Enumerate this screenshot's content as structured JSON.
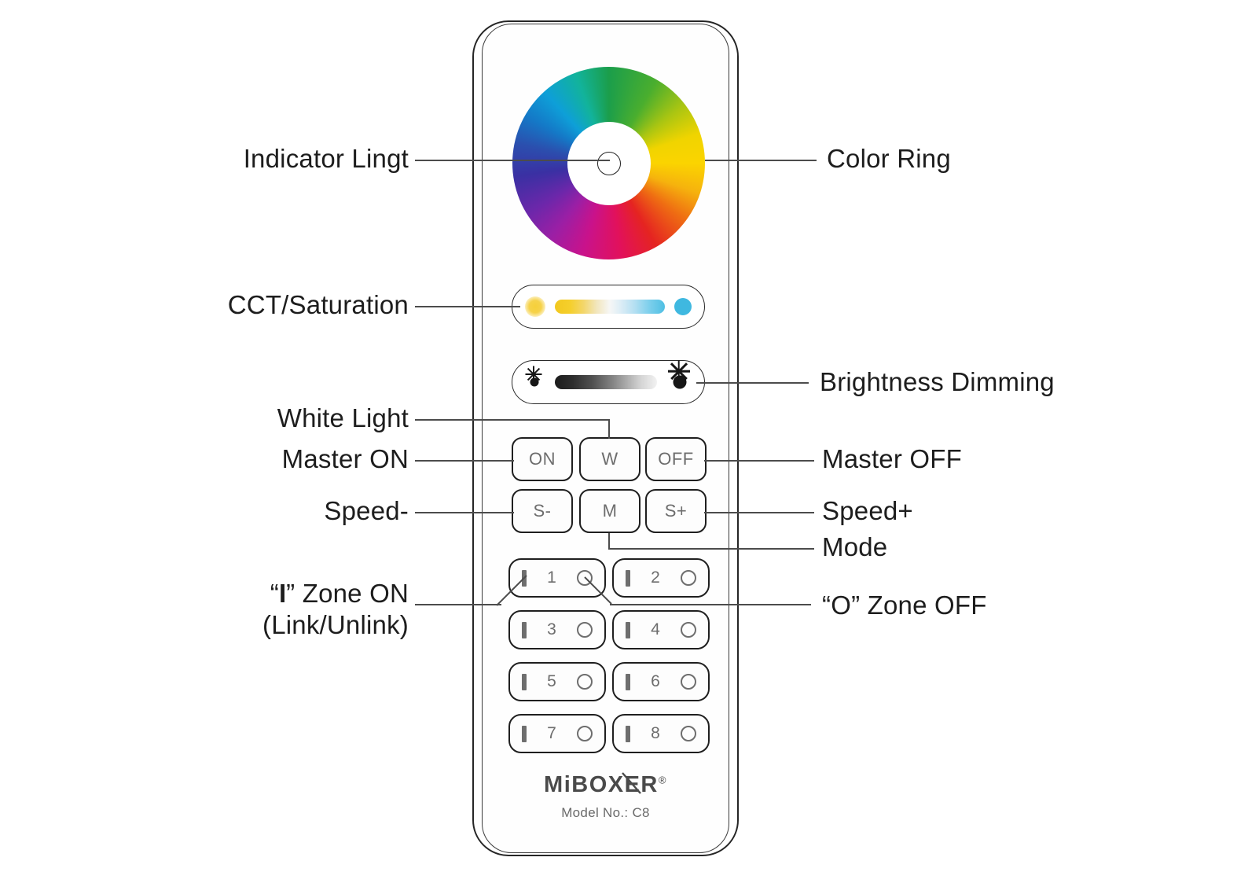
{
  "device": {
    "brand": "MiBOXER",
    "brand_registered_mark": "®",
    "model_text": "Model No.: C8"
  },
  "callouts": {
    "left": [
      {
        "id": "indicator-light",
        "label": "Indicator Lingt"
      },
      {
        "id": "cct-saturation",
        "label": "CCT/Saturation"
      },
      {
        "id": "white-light",
        "label": "White Light"
      },
      {
        "id": "master-on",
        "label": "Master ON"
      },
      {
        "id": "speed-minus",
        "label": "Speed-"
      },
      {
        "id": "zone-on-line1a",
        "label": "“"
      },
      {
        "id": "zone-on-glyph",
        "label": "I"
      },
      {
        "id": "zone-on-line1b",
        "label": "” Zone ON"
      },
      {
        "id": "zone-on-line2",
        "label": "(Link/Unlink)"
      }
    ],
    "right": [
      {
        "id": "color-ring",
        "label": "Color Ring"
      },
      {
        "id": "brightness-dimming",
        "label": "Brightness Dimming"
      },
      {
        "id": "master-off",
        "label": "Master OFF"
      },
      {
        "id": "speed-plus",
        "label": "Speed+"
      },
      {
        "id": "mode",
        "label": "Mode"
      },
      {
        "id": "zone-off-quote-a",
        "label": "“"
      },
      {
        "id": "zone-off-glyph",
        "label": "O"
      },
      {
        "id": "zone-off-quote-b",
        "label": "” Zone OFF"
      }
    ]
  },
  "function_buttons": [
    {
      "id": "on",
      "label": "ON"
    },
    {
      "id": "w",
      "label": "W"
    },
    {
      "id": "off",
      "label": "OFF"
    },
    {
      "id": "s-minus",
      "label": "S-"
    },
    {
      "id": "m",
      "label": "M"
    },
    {
      "id": "s-plus",
      "label": "S+"
    }
  ],
  "zone_buttons": [
    {
      "number": "1"
    },
    {
      "number": "2"
    },
    {
      "number": "3"
    },
    {
      "number": "4"
    },
    {
      "number": "5"
    },
    {
      "number": "6"
    },
    {
      "number": "7"
    },
    {
      "number": "8"
    }
  ],
  "colors": {
    "line": "#4c4c4c",
    "outline": "#1f1f1f",
    "text": "#1d1d1d",
    "key_text": "#6d6d6d",
    "cct_warm_dot": "#f6d24a",
    "cct_cool_dot": "#3fb8e0",
    "brightness_dark": "#1b1b1b",
    "brightness_light": "#f2f2f2",
    "brand": "#4a4a4a"
  },
  "color_ring_hues": [
    "#e52421",
    "#ef6f12",
    "#f6b30d",
    "#fbd400",
    "#a9c512",
    "#4aae2e",
    "#1b9e4b",
    "#12b39b",
    "#0e9fd8",
    "#1479c7",
    "#2b4fae",
    "#3a30a3",
    "#6c27aa",
    "#9b1fa5",
    "#c9128b",
    "#e2115b"
  ]
}
